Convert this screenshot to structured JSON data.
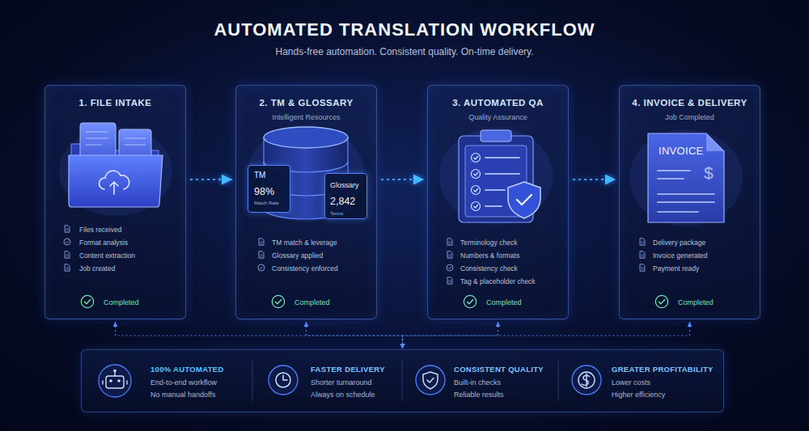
{
  "diagram": {
    "title": "AUTOMATED TRANSLATION WORKFLOW",
    "nodes": [
      {
        "text": [
          "1. FILE INTAKE",
          "Files received",
          "Format analysis",
          "Content extraction",
          "Job created",
          "Completed"
        ]
      },
      {
        "text": [
          "2. TM & GLOSSARY",
          "Intelligent Resources",
          "TM match & leverage",
          "Glossary applied",
          "Consistency enforced",
          "Completed"
        ]
      },
      {
        "text": [
          "TM",
          "98%",
          "Match Rate"
        ],
        "in": 1
      },
      {
        "text": [
          "Glossary",
          "2,842",
          "Terms"
        ],
        "in": 1
      },
      {
        "text": [
          "3. AUTOMATED QA",
          "Quality Assurance",
          "Terminology check",
          "Numbers & formats",
          "Consistency check",
          "Tag & placeholder check",
          "Completed"
        ]
      },
      {
        "text": [
          "4. INVOICE & DELIVERY",
          "Job Completed",
          "Delivery package",
          "Invoice generated",
          "Payment ready",
          "Completed"
        ]
      },
      {
        "text": [
          "100% AUTOMATED",
          "End-to-end workflow",
          "No manual handoffs",
          "FASTER DELIVERY",
          "Shorter turnaround",
          "Always on schedule",
          "CONSISTENT QUALITY",
          "Built-in checks",
          "Reliable results",
          "GREATER PROFITABILITY",
          "Lower costs",
          "Higher efficiency"
        ]
      }
    ],
    "edges": [
      {
        "from": 0,
        "to": 1,
        "arrow": "to"
      },
      {
        "from": 1,
        "to": 4,
        "arrow": "to"
      },
      {
        "from": 4,
        "to": 5,
        "arrow": "to"
      },
      {
        "from": 0,
        "to": 6,
        "arrow": "both"
      },
      {
        "from": 1,
        "to": 6,
        "arrow": "both"
      },
      {
        "from": 4,
        "to": 6,
        "arrow": "both"
      },
      {
        "from": 5,
        "to": 6,
        "arrow": "both"
      }
    ],
    "labels": [
      "Hands-free automation. Consistent quality. On-time delivery.",
      "INVOICE",
      "$"
    ]
  }
}
